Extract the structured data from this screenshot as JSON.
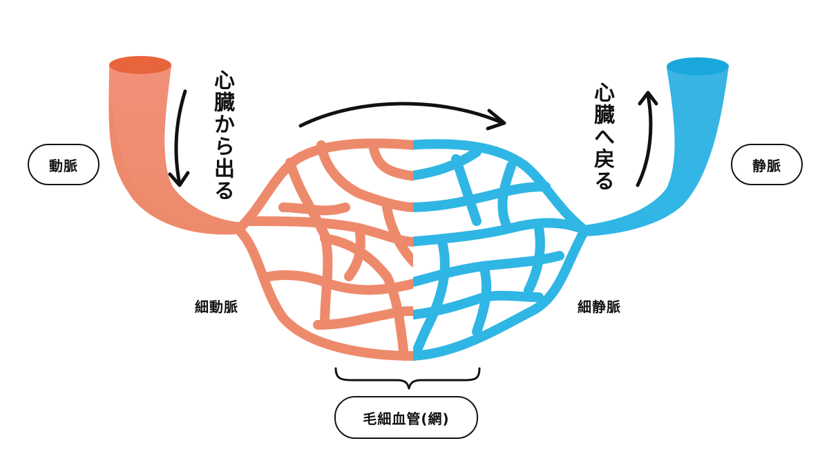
{
  "labels": {
    "artery": "動脈",
    "vein": "静脈",
    "arteriole": "細動脈",
    "venule": "細静脈",
    "capillary": "毛細血管(網)",
    "from_heart": "心臓から出る",
    "to_heart": "心臓へ戻る"
  },
  "colors": {
    "artery": "#ef8a6e",
    "artery_top": "#e8643a",
    "vein": "#30b6e4",
    "vein_top": "#1aa8dc",
    "ink": "#111111"
  }
}
